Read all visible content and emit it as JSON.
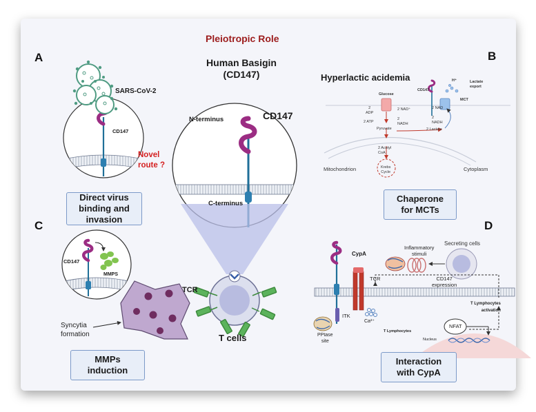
{
  "title": "Pleiotropic Role",
  "center": {
    "heading": "Human Basigin\n(CD147)",
    "protein_label": "CD147",
    "n_terminus": "N-terminus",
    "c_terminus": "C-terminus",
    "tcr_label": "TCR",
    "cell_label": "T cells",
    "novel_route": "Novel\nroute ?"
  },
  "panel_a": {
    "letter": "A",
    "virus_label": "SARS-CoV-2",
    "cd147_label": "CD147",
    "box_label": "Direct virus\nbinding and\ninvasion"
  },
  "panel_b": {
    "letter": "B",
    "heading": "Hyperlactic acidemia",
    "glucose": "Glucose",
    "cd147": "CD147",
    "h_plus": "H⁺",
    "lactate_export": "Lactate\nexport",
    "mct": "MCT",
    "adp": "2\nADP",
    "atp": "2 ATP",
    "nad_plus": "2 NAD⁺",
    "nadh": "2\nNADH",
    "nad2": "2 NAD",
    "nadh2": "2\nNADH",
    "pyruvate": "Pyruvate",
    "lactate": "2 Lactate",
    "acetyl": "2 Acetyl\nCoA",
    "krebs": "Krebs\nCycle",
    "mitochondrion": "Mitochondrion",
    "cytoplasm": "Cytoplasm",
    "box_label": "Chaperone\nfor MCTs"
  },
  "panel_c": {
    "letter": "C",
    "cd147_label": "CD147",
    "mmps_label": "MMPS",
    "syncytia": "Syncytia\nformation",
    "box_label": "MMPs\ninduction"
  },
  "panel_d": {
    "letter": "D",
    "cypa": "CypA",
    "inflammatory": "Inflammatory\nstimuli",
    "secreting": "Secreting cells",
    "tcr": "TCR",
    "cd147_expression": "CD147\nexpression",
    "t_activation": "T Lymphocytes\nactivation",
    "itk": "ITK",
    "ca": "Ca²⁺",
    "nfat": "NFAT",
    "t_lymphocytes": "T Lymphocytes",
    "nucleus": "Nucleus",
    "pptase": "PPtase\nsite",
    "box_label": "Interaction\nwith CypA"
  },
  "colors": {
    "title_red": "#9c1c1c",
    "novel_red": "#d42020",
    "box_fill": "#e8eef8",
    "box_border": "#7b99c8",
    "cd147_purple": "#9b2d83",
    "membrane_blue": "#1f6f98",
    "virus_green": "#4f9b82",
    "mmp_green": "#82c450",
    "cell_purple": "#6f2d60",
    "blob_fill": "#bfa8cf"
  }
}
